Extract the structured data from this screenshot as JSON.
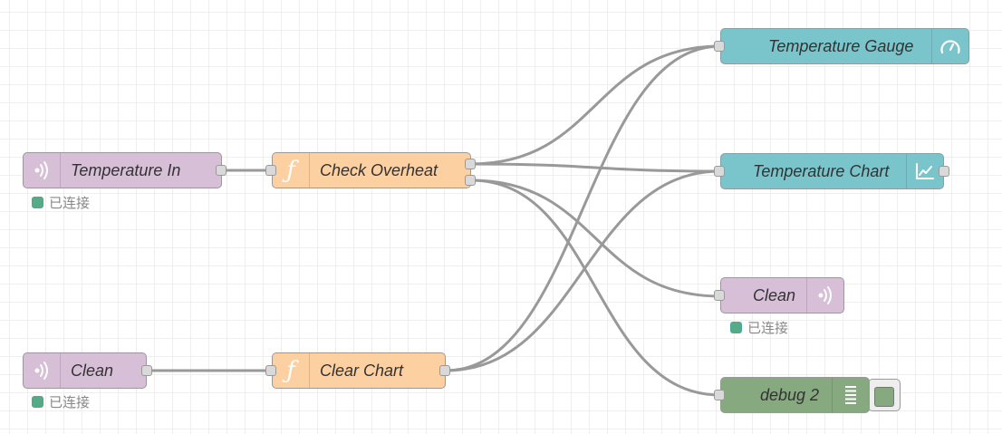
{
  "nodes": {
    "temperature_in": {
      "label": "Temperature In",
      "status": "已连接"
    },
    "check_overheat": {
      "label": "Check Overheat"
    },
    "clean_in": {
      "label": "Clean",
      "status": "已连接"
    },
    "clear_chart": {
      "label": "Clear Chart"
    },
    "temperature_gauge": {
      "label": "Temperature Gauge"
    },
    "temperature_chart": {
      "label": "Temperature Chart"
    },
    "clean_out": {
      "label": "Clean",
      "status": "已连接"
    },
    "debug": {
      "label": "debug 2"
    }
  },
  "colors": {
    "mqtt": "#d8bfd8",
    "function": "#fdd0a2",
    "dashboard": "#7ac5cb",
    "debug": "#87a980",
    "status_connected": "#5a8"
  },
  "icons": {
    "mqtt": "antenna-icon",
    "function": "function-icon",
    "gauge": "gauge-icon",
    "chart": "chart-icon",
    "debug": "list-icon"
  }
}
